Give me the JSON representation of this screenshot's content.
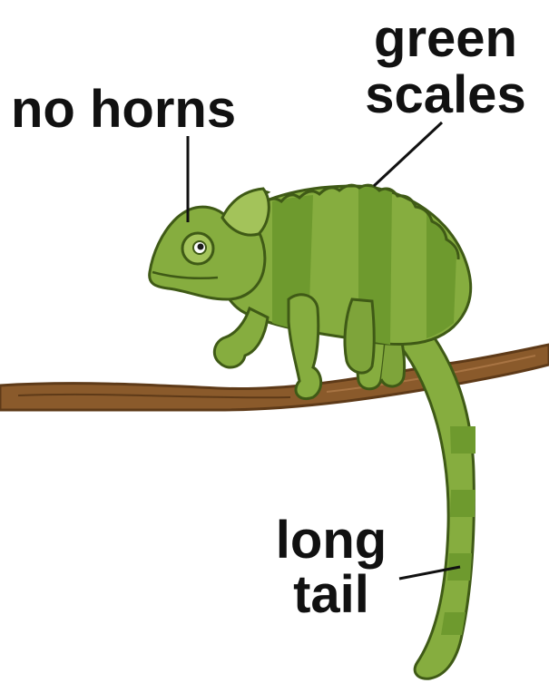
{
  "labels": {
    "no_horns": "no horns",
    "green_scales_line1": "green",
    "green_scales_line2": "scales",
    "long_tail_line1": "long",
    "long_tail_line2": "tail"
  },
  "colors": {
    "body_green": "#86ad3f",
    "stripe_green": "#6e9a2e",
    "light_green": "#a3c35a",
    "outline": "#3f5a16",
    "branch_brown": "#8a5a2b",
    "branch_dark": "#5e3a18",
    "leader_line": "#111111"
  }
}
